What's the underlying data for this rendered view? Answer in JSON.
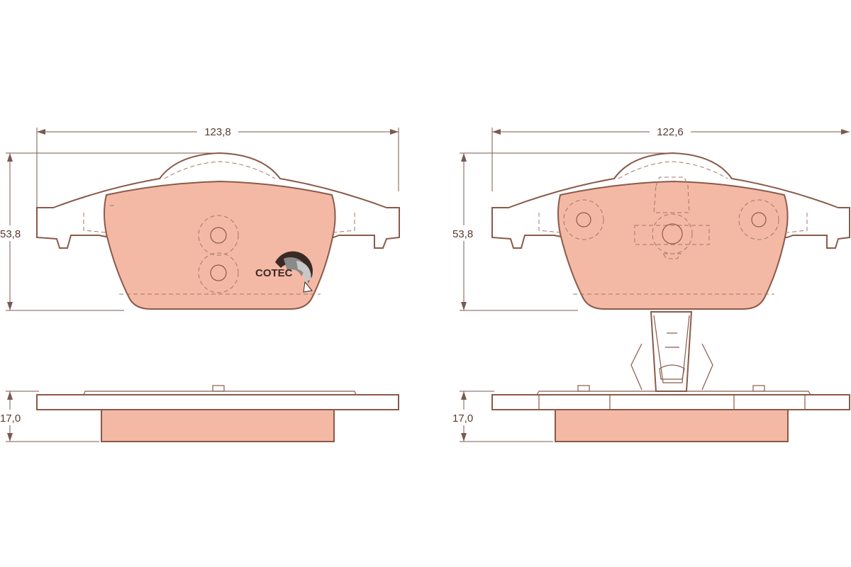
{
  "dimensions": {
    "left_width": "123,8",
    "left_height": "53,8",
    "left_thickness": "17,0",
    "right_width": "122,6",
    "right_height": "53,8",
    "right_thickness": "17,0"
  },
  "logo": {
    "text": "COTEC"
  },
  "colors": {
    "pad_fill": "#f4b9a5",
    "outline": "#8a5a4a",
    "background": "#ffffff"
  }
}
